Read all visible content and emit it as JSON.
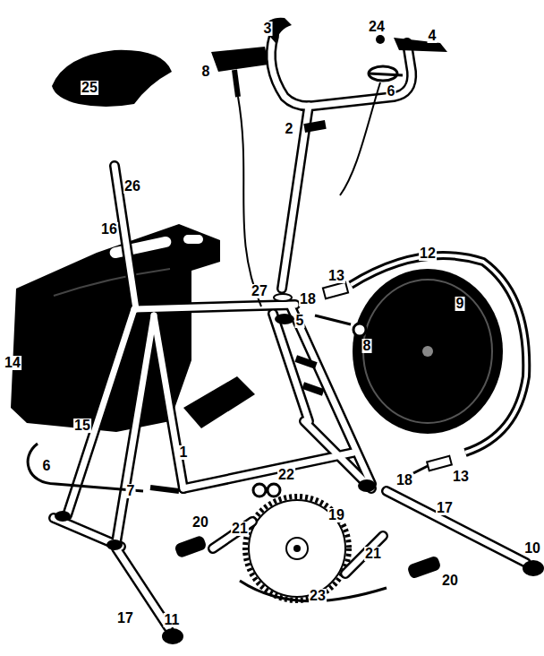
{
  "diagram": {
    "labels": [
      "3",
      "24",
      "4",
      "8",
      "6",
      "25",
      "2",
      "26",
      "16",
      "12",
      "13",
      "27",
      "18",
      "5",
      "9",
      "8",
      "14",
      "15",
      "1",
      "13",
      "6",
      "18",
      "22",
      "7",
      "17",
      "19",
      "20",
      "21",
      "10",
      "21",
      "20",
      "23",
      "17",
      "11"
    ]
  }
}
